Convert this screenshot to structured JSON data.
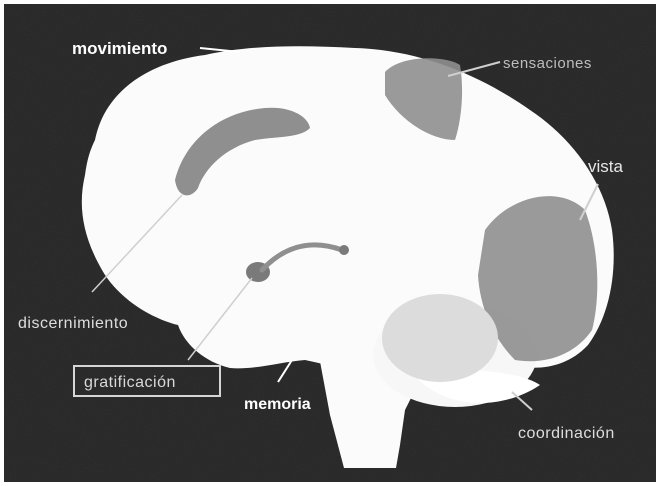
{
  "colors": {
    "background": "#2e2e2e",
    "brain": "#fbfbfb",
    "region_fill": "#8f8f8f",
    "label_light": "#e2e2e2",
    "label_bold": "#ffffff"
  },
  "labels": {
    "movimiento": "movimiento",
    "sensaciones": "sensaciones",
    "vista": "vista",
    "discernimiento": "discernimiento",
    "gratificacion": "gratificación",
    "memoria": "memoria",
    "coordinacion": "coordinación"
  }
}
